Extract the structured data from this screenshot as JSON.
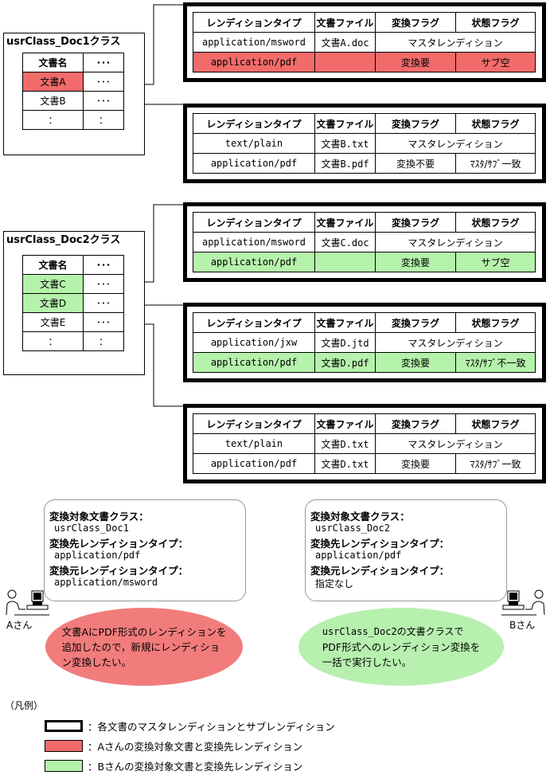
{
  "headers": [
    "レンディションタイプ",
    "文書ファイル",
    "変換フラグ",
    "状態フラグ"
  ],
  "class_header": [
    "文書名",
    "･･･"
  ],
  "classes": [
    {
      "title": "usrClass_Doc1クラス",
      "rows": [
        [
          "文書A",
          "･･･"
        ],
        [
          "文書B",
          "･･･"
        ],
        [
          "：",
          "："
        ]
      ]
    },
    {
      "title": "usrClass_Doc2クラス",
      "rows": [
        [
          "文書C",
          "･･･"
        ],
        [
          "文書D",
          "･･･"
        ],
        [
          "文書E",
          "･･･"
        ],
        [
          "：",
          "："
        ]
      ]
    }
  ],
  "renditions": [
    {
      "rows": [
        [
          "application/msword",
          "文書A.doc",
          "マスタレンディション"
        ],
        [
          "application/pdf",
          "",
          "変換要",
          "サブ空"
        ]
      ]
    },
    {
      "rows": [
        [
          "text/plain",
          "文書B.txt",
          "マスタレンディション"
        ],
        [
          "application/pdf",
          "文書B.pdf",
          "変換不要",
          "ﾏｽﾀ/ｻﾌﾞ一致"
        ]
      ]
    },
    {
      "rows": [
        [
          "application/msword",
          "文書C.doc",
          "マスタレンディション"
        ],
        [
          "application/pdf",
          "",
          "変換要",
          "サブ空"
        ]
      ]
    },
    {
      "rows": [
        [
          "application/jxw",
          "文書D.jtd",
          "マスタレンディション"
        ],
        [
          "application/pdf",
          "文書D.pdf",
          "変換要",
          "ﾏｽﾀ/ｻﾌﾞ不一致"
        ]
      ]
    },
    {
      "rows": [
        [
          "text/plain",
          "文書D.txt",
          "マスタレンディション"
        ],
        [
          "application/pdf",
          "文書D.txt",
          "変換要",
          "ﾏｽﾀ/ｻﾌﾞ一致"
        ]
      ]
    }
  ],
  "bubble_a": [
    "変換対象文書クラス：",
    "usrClass_Doc1",
    "変換先レンディションタイプ：",
    "application/pdf",
    "変換元レンディションタイプ：",
    "application/msword"
  ],
  "bubble_b": [
    "変換対象文書クラス：",
    "usrClass_Doc2",
    "変換先レンディションタイプ：",
    "application/pdf",
    "変換元レンディションタイプ：",
    "指定なし"
  ],
  "user_a": "Aさん",
  "user_b": "Bさん",
  "wish_a": [
    "文書AにPDF形式のレンディションを",
    "追加したので，新規にレンディショ",
    "ン変換したい。"
  ],
  "wish_b": [
    "usrClass_Doc2の文書クラスで",
    "PDF形式へのレンディション変換を",
    "一括で実行したい。"
  ],
  "legend": {
    "title": "（凡例）",
    "items": [
      "：各文書のマスタレンディションとサブレンディション",
      "：Aさんの変換対象文書と変換先レンディション",
      "：Bさんの変換対象文書と変換先レンディション"
    ]
  },
  "colors": {
    "red": "#f26b6b",
    "green": "#b5f2ab",
    "bubble_border": "#999999"
  }
}
